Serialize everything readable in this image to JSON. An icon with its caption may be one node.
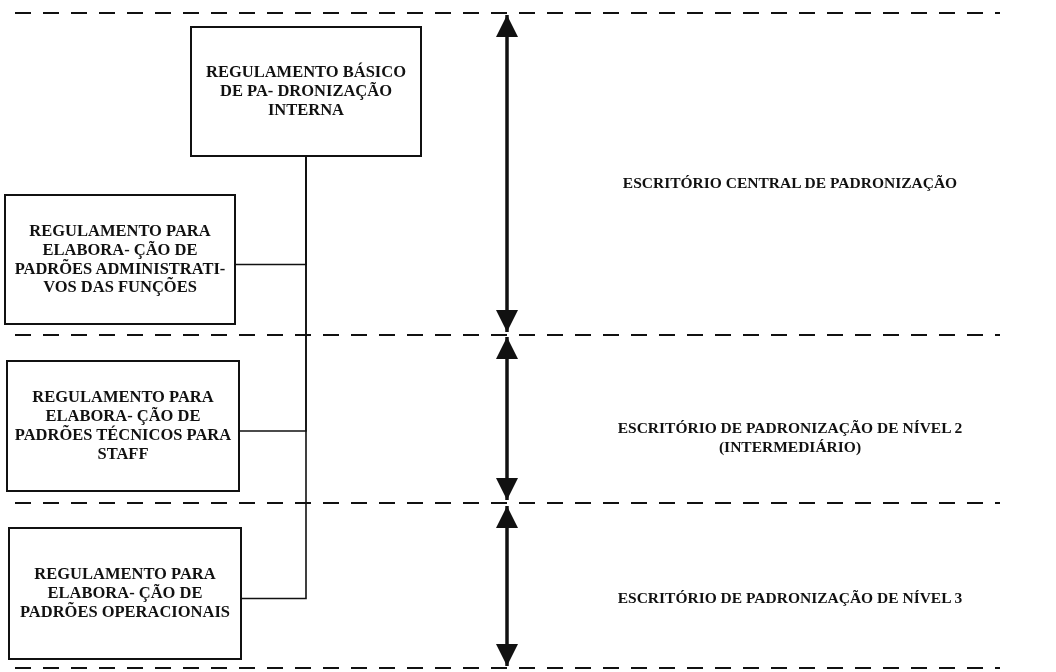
{
  "diagram": {
    "nodes": [
      {
        "text": [
          "REGULAMENTO BÁSICO DE PA- DRONIZAÇÃO INTERNA"
        ]
      },
      {
        "text": [
          "REGULAMENTO PARA ELABORA- ÇÃO DE PADRÕES ADMINISTRATI- VOS DAS FUNÇÕES"
        ]
      },
      {
        "text": [
          "REGULAMENTO PARA ELABORA- ÇÃO DE PADRÕES TÉCNICOS PARA STAFF"
        ]
      },
      {
        "text": [
          "REGULAMENTO PARA ELABORA- ÇÃO DE PADRÕES OPERACIONAIS"
        ]
      }
    ],
    "edges": [
      {
        "from": 0,
        "to": 1,
        "arrow": "none"
      },
      {
        "from": 0,
        "to": 2,
        "arrow": "none"
      },
      {
        "from": 0,
        "to": 3,
        "arrow": "none"
      }
    ],
    "labels": [
      "ESCRITÓRIO CENTRAL DE PADRONIZAÇÃO",
      "ESCRITÓRIO DE PADRONIZAÇÃO DE NÍVEL 2 (INTERMEDIÁRIO)",
      "ESCRITÓRIO DE PADRONIZAÇÃO DE NÍVEL 3"
    ]
  }
}
